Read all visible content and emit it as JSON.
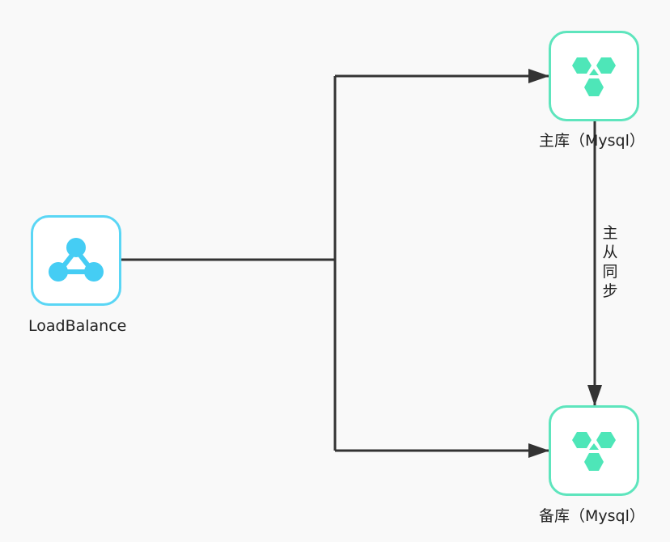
{
  "nodes": {
    "load_balancer": {
      "label": "LoadBalance",
      "icon": "load-balancer-icon",
      "color": "#45cdf4"
    },
    "master_db": {
      "label": "主库（Mysql）",
      "icon": "database-icon",
      "color": "#4ee6b8"
    },
    "slave_db": {
      "label": "备库（Mysql）",
      "icon": "database-icon",
      "color": "#4ee6b8"
    }
  },
  "edges": {
    "replication_label": "主从同步"
  },
  "colors": {
    "background": "#f9f9f9",
    "line": "#333333",
    "lb_border": "#5ad6f5",
    "db_border": "#5ee5bd"
  }
}
